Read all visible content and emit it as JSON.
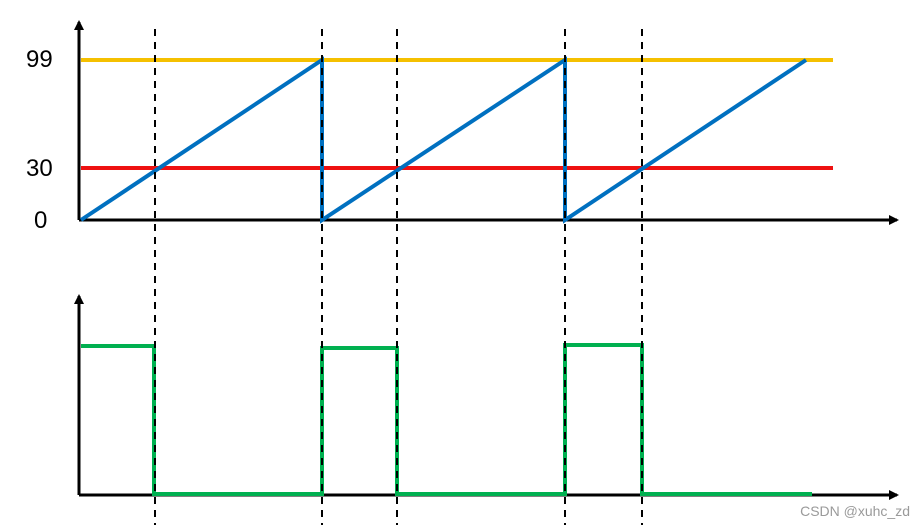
{
  "labels": {
    "top_value": "99",
    "threshold_value": "30",
    "zero_value": "0"
  },
  "watermark": "CSDN @xuhc_zd",
  "colors": {
    "axis": "#000000",
    "upper_limit": "#f5c000",
    "threshold": "#ee1111",
    "counter": "#0070c0",
    "output": "#00b050",
    "guide": "#000000"
  },
  "counter": {
    "min": 0,
    "max": 99,
    "compare": 30,
    "periods": 3,
    "last_period_partial": true
  },
  "output_pulse": {
    "high_when": "counter < compare",
    "levels": [
      "high",
      "low"
    ]
  }
}
